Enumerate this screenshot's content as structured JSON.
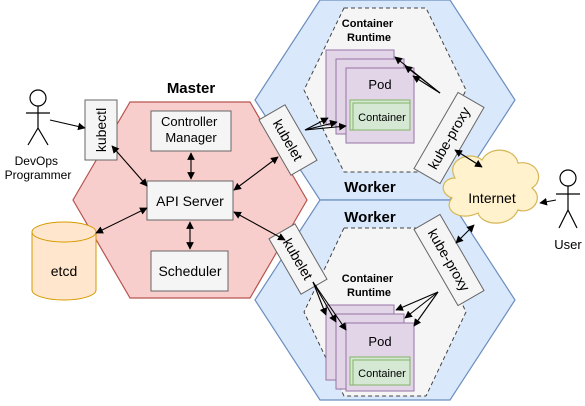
{
  "master": {
    "title": "Master",
    "controller": [
      "Controller",
      "Manager"
    ],
    "api_server": "API Server",
    "scheduler": "Scheduler"
  },
  "worker_top": {
    "title": "Worker",
    "runtime": [
      "Container",
      "Runtime"
    ],
    "pod": "Pod",
    "container": "Container",
    "kubelet": "kubelet",
    "kube_proxy": "kube-proxy"
  },
  "worker_bottom": {
    "title": "Worker",
    "runtime": [
      "Container",
      "Runtime"
    ],
    "pod": "Pod",
    "container": "Container",
    "kubelet": "kubelet",
    "kube_proxy": "kube-proxy"
  },
  "kubectl": "kubectl",
  "devops": [
    "DevOps",
    "Programmer"
  ],
  "etcd": "etcd",
  "internet": "Internet",
  "user": "User",
  "colors": {
    "master_fill": "#f8cecc",
    "master_stroke": "#b85450",
    "worker_fill": "#dae8fc",
    "worker_stroke": "#6c8ebf",
    "pod_fill": "#e1d5e7",
    "pod_stroke": "#9673a6",
    "container_fill": "#d5e8d4",
    "container_stroke": "#82b366",
    "etcd_fill": "#ffe6cc",
    "etcd_stroke": "#d79b00",
    "internet_fill": "#fff2cc",
    "internet_stroke": "#d6b656",
    "box_fill": "#f5f5f5",
    "box_stroke": "#666666"
  }
}
